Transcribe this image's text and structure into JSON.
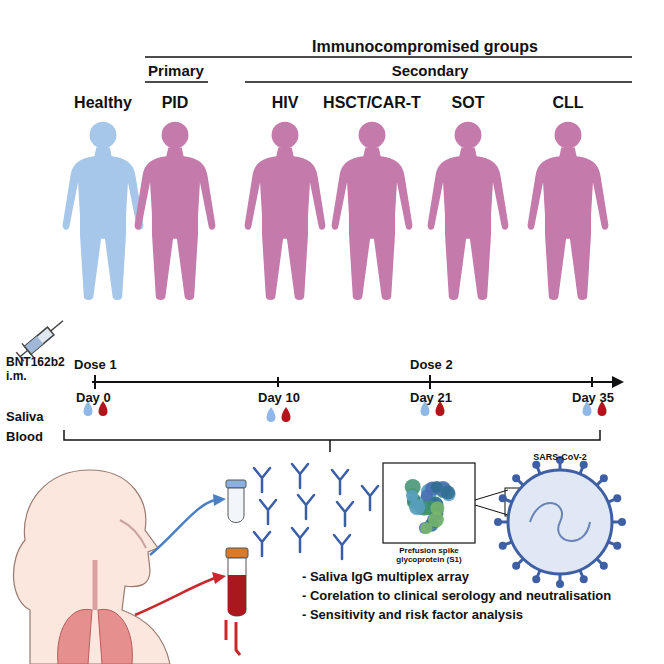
{
  "diagram": {
    "labels": [
      "Immunocompromised groups",
      "Primary",
      "Secondary",
      "Healthy",
      "PID",
      "HIV",
      "HSCT/CAR-T",
      "SOT",
      "CLL",
      "BNT162b2 i.m.",
      "Dose 1",
      "Day 0",
      "Day 10",
      "Dose 2",
      "Day 21",
      "Day 35",
      "Saliva",
      "Blood",
      "Prefusion spike glycoprotein (S1)",
      "SARS-CoV-2",
      "- Saliva IgG multiplex array",
      "- Corelation to clinical serology and neutralisation",
      "- Sensitivity and risk factor analysis"
    ]
  }
}
